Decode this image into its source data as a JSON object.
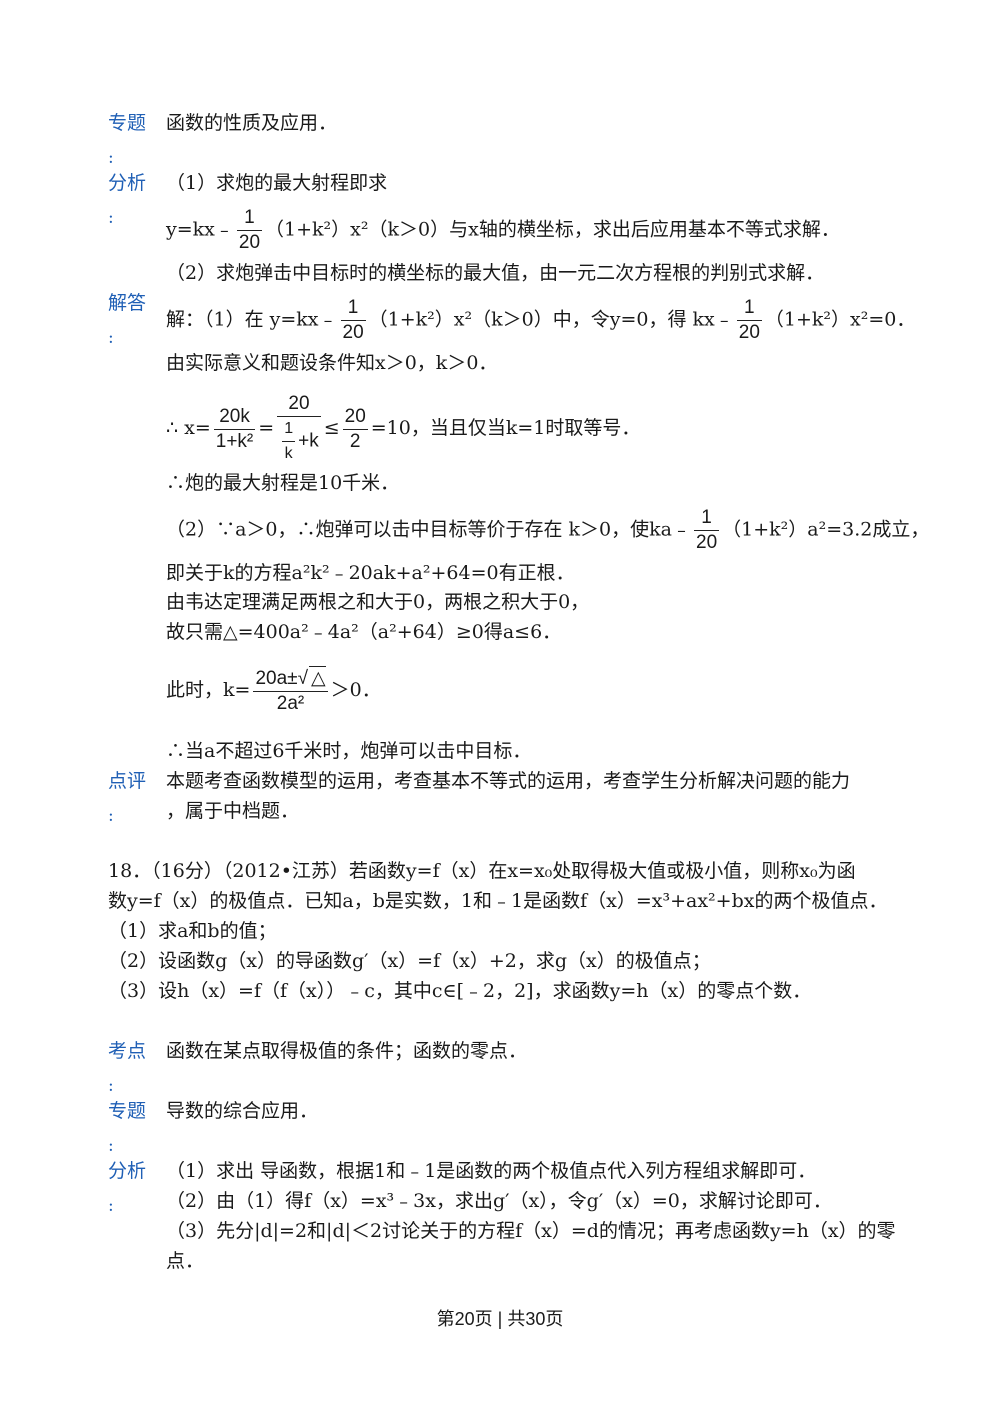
{
  "labels": {
    "topic": "专题",
    "analysis": "分析",
    "solution": "解答",
    "comment": "点评",
    "point": "考点",
    "colon": ":"
  },
  "q17": {
    "topic_text": "函数的性质及应用．",
    "analysis_1": "（1）求炮的最大射程即求",
    "analysis_2_pre": "y=kx﹣",
    "analysis_2_post": "（1+k²）x²（k＞0）与x轴的横坐标，求出后应用基本不等式求解．",
    "analysis_3": "（2）求炮弹击中目标时的横坐标的最大值，由一元二次方程根的判别式求解．",
    "sol_1_pre": "解：（1）在 y=kx﹣",
    "sol_1_mid": "（1+k²）x²（k＞0）中，令y=0，得 kx﹣",
    "sol_1_post": "（1+k²）x²=0．",
    "sol_2": "由实际意义和题设条件知x＞0，k＞0．",
    "sol_3_pre": "∴ x=",
    "sol_3_post": "=10，当且仅当k=1时取等号．",
    "sol_4": "∴炮的最大射程是10千米．",
    "sol_5_pre": "（2）∵a＞0，∴炮弹可以击中目标等价于存在 k＞0，使ka﹣",
    "sol_5_post": "（1+k²）a²=3.2成立，",
    "sol_6": "即关于k的方程a²k²﹣20ak+a²+64=0有正根．",
    "sol_7": "由韦达定理满足两根之和大于0，两根之积大于0，",
    "sol_8": "故只需△=400a²﹣4a²（a²+64）≥0得a≤6．",
    "sol_9_pre": "此时，k=",
    "sol_9_post": "＞0．",
    "sol_10": "∴当a不超过6千米时，炮弹可以击中目标．",
    "comment_1": "本题考查函数模型的运用，考查基本不等式的运用，考查学生分析解决问题的能力",
    "comment_2": "，属于中档题．",
    "frac_1_20": {
      "n": "1",
      "d": "20"
    },
    "frac_20k": {
      "n": "20k",
      "d": "1+k²"
    },
    "frac_20_inner": {
      "n": "20"
    },
    "frac_1k": {
      "n": "1",
      "d": "k",
      "tail": "+k"
    },
    "leq": "≤",
    "frac_20_2": {
      "n": "20",
      "d": "2"
    },
    "frac_k": {
      "n_pre": "20a±",
      "n_root": "△",
      "d": "2a²"
    }
  },
  "q18": {
    "stem_1": "18．（16分）（2012•江苏）若函数y=f（x）在x=x₀处取得极大值或极小值，则称x₀为函",
    "stem_2": "数y=f（x）的极值点．已知a，b是实数，1和﹣1是函数f（x）=x³+ax²+bx的两个极值点．",
    "part_1": "（1）求a和b的值；",
    "part_2": "（2）设函数g（x）的导函数g′（x）=f（x）+2，求g（x）的极值点；",
    "part_3": "（3）设h（x）=f（f（x））﹣c，其中c∈[﹣2，2]，求函数y=h（x）的零点个数．",
    "point_text": "函数在某点取得极值的条件；函数的零点．",
    "topic_text": "导数的综合应用．",
    "analysis_1": "（1）求出 导函数，根据1和﹣1是函数的两个极值点代入列方程组求解即可．",
    "analysis_2": "（2）由（1）得f（x）=x³﹣3x，求出g′（x），令g′（x）=0，求解讨论即可．",
    "analysis_3": "（3）先分|d|=2和|d|＜2讨论关于的方程f（x）=d的情况；再考虑函数y=h（x）的零",
    "analysis_4": "点．"
  },
  "footer": "第20页 | 共30页"
}
